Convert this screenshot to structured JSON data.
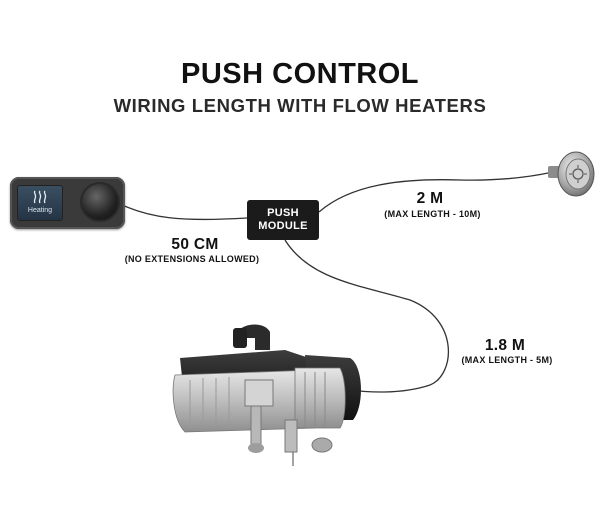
{
  "title": "PUSH CONTROL",
  "subtitle": "WIRING LENGTH WITH FLOW HEATERS",
  "push_module": {
    "line1": "PUSH",
    "line2": "MODULE"
  },
  "controller": {
    "screen_text": "Heating"
  },
  "wires": [
    {
      "length": "50 CM",
      "note": "(NO EXTENSIONS ALLOWED)"
    },
    {
      "length": "2 M",
      "note": "(MAX LENGTH - 10M)"
    },
    {
      "length": "1.8 M",
      "note": "(MAX LENGTH - 5M)"
    }
  ],
  "colors": {
    "module": "#1b1b1b",
    "wire": "#333333",
    "text": "#111111"
  },
  "icons": [
    "controller-icon",
    "push-button-icon",
    "heater-icon"
  ]
}
